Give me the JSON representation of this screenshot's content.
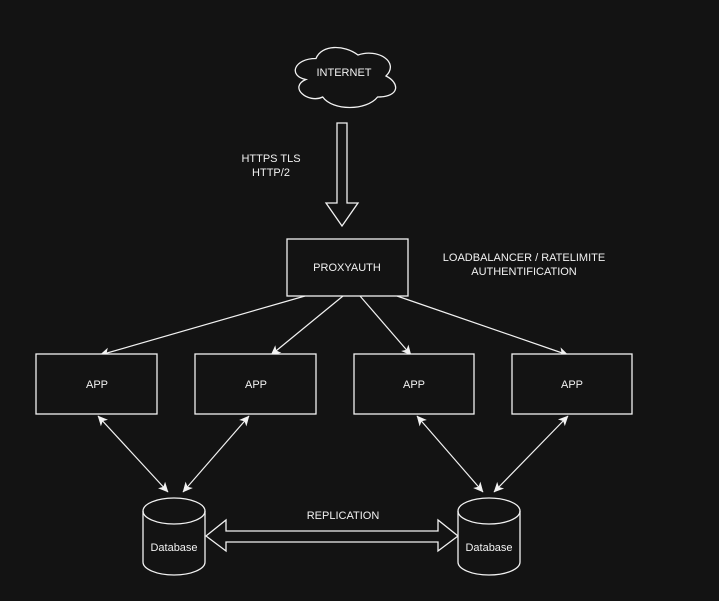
{
  "diagram": {
    "colors": {
      "background": "#131313",
      "line": "#f2f2f2",
      "text": "#f2f2f2"
    },
    "internet": {
      "label": "INTERNET"
    },
    "ingress_annotation": {
      "line1": "HTTPS TLS",
      "line2": "HTTP/2"
    },
    "proxy": {
      "label": "PROXYAUTH"
    },
    "proxy_annotation": {
      "line1": "LOADBALANCER / RATELIMITE",
      "line2": "AUTHENTIFICATION"
    },
    "apps": [
      "APP",
      "APP",
      "APP",
      "APP"
    ],
    "databases": [
      "Database",
      "Database"
    ],
    "replication": {
      "label": "REPLICATION"
    }
  }
}
